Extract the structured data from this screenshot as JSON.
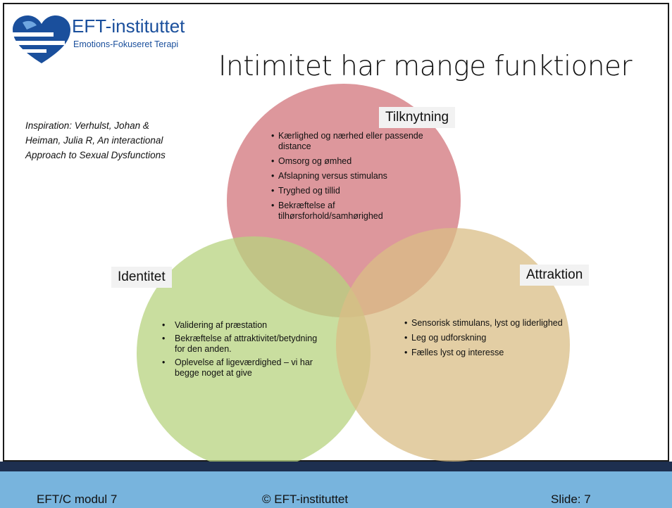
{
  "logo": {
    "name": "EFT-instituttet",
    "subtitle": "Emotions-Fokuseret Terapi",
    "colors": {
      "heart": "#1a4f9c",
      "heart_light": "#6fa6e0"
    }
  },
  "slide": {
    "title": "Intimitet har mange funktioner",
    "inspiration": "Inspiration: Verhulst, Johan & Heiman, Julia R,  An interactional Approach to Sexual Dysfunctions"
  },
  "venn": {
    "circles": [
      {
        "label": "Tilknytning",
        "color": "#d57d83",
        "bullets": [
          "Kærlighed og nærhed eller passende distance",
          "Omsorg og ømhed",
          "Afslapning versus stimulans",
          "Tryghed og tillid",
          "Bekræftelse af tilhørsforhold/samhørighed"
        ]
      },
      {
        "label": "Identitet",
        "color": "#b7d37f",
        "bullets": [
          "Validering af præstation",
          "Bekræftelse af attraktivitet/betydning for den anden.",
          "Oplevelse af ligeværdighed – vi har begge noget at give"
        ]
      },
      {
        "label": "Attraktion",
        "color": "#d9bd86",
        "bullets": [
          "Sensorisk stimulans, lyst og liderlighed",
          "Leg og udforskning",
          "Fælles lyst og interesse"
        ]
      }
    ]
  },
  "footer": {
    "left": "EFT/C modul 7",
    "center": "© EFT-instituttet",
    "right": "Slide: 7",
    "colors": {
      "bar": "#1d2f4f",
      "band": "#78b4dd"
    }
  }
}
